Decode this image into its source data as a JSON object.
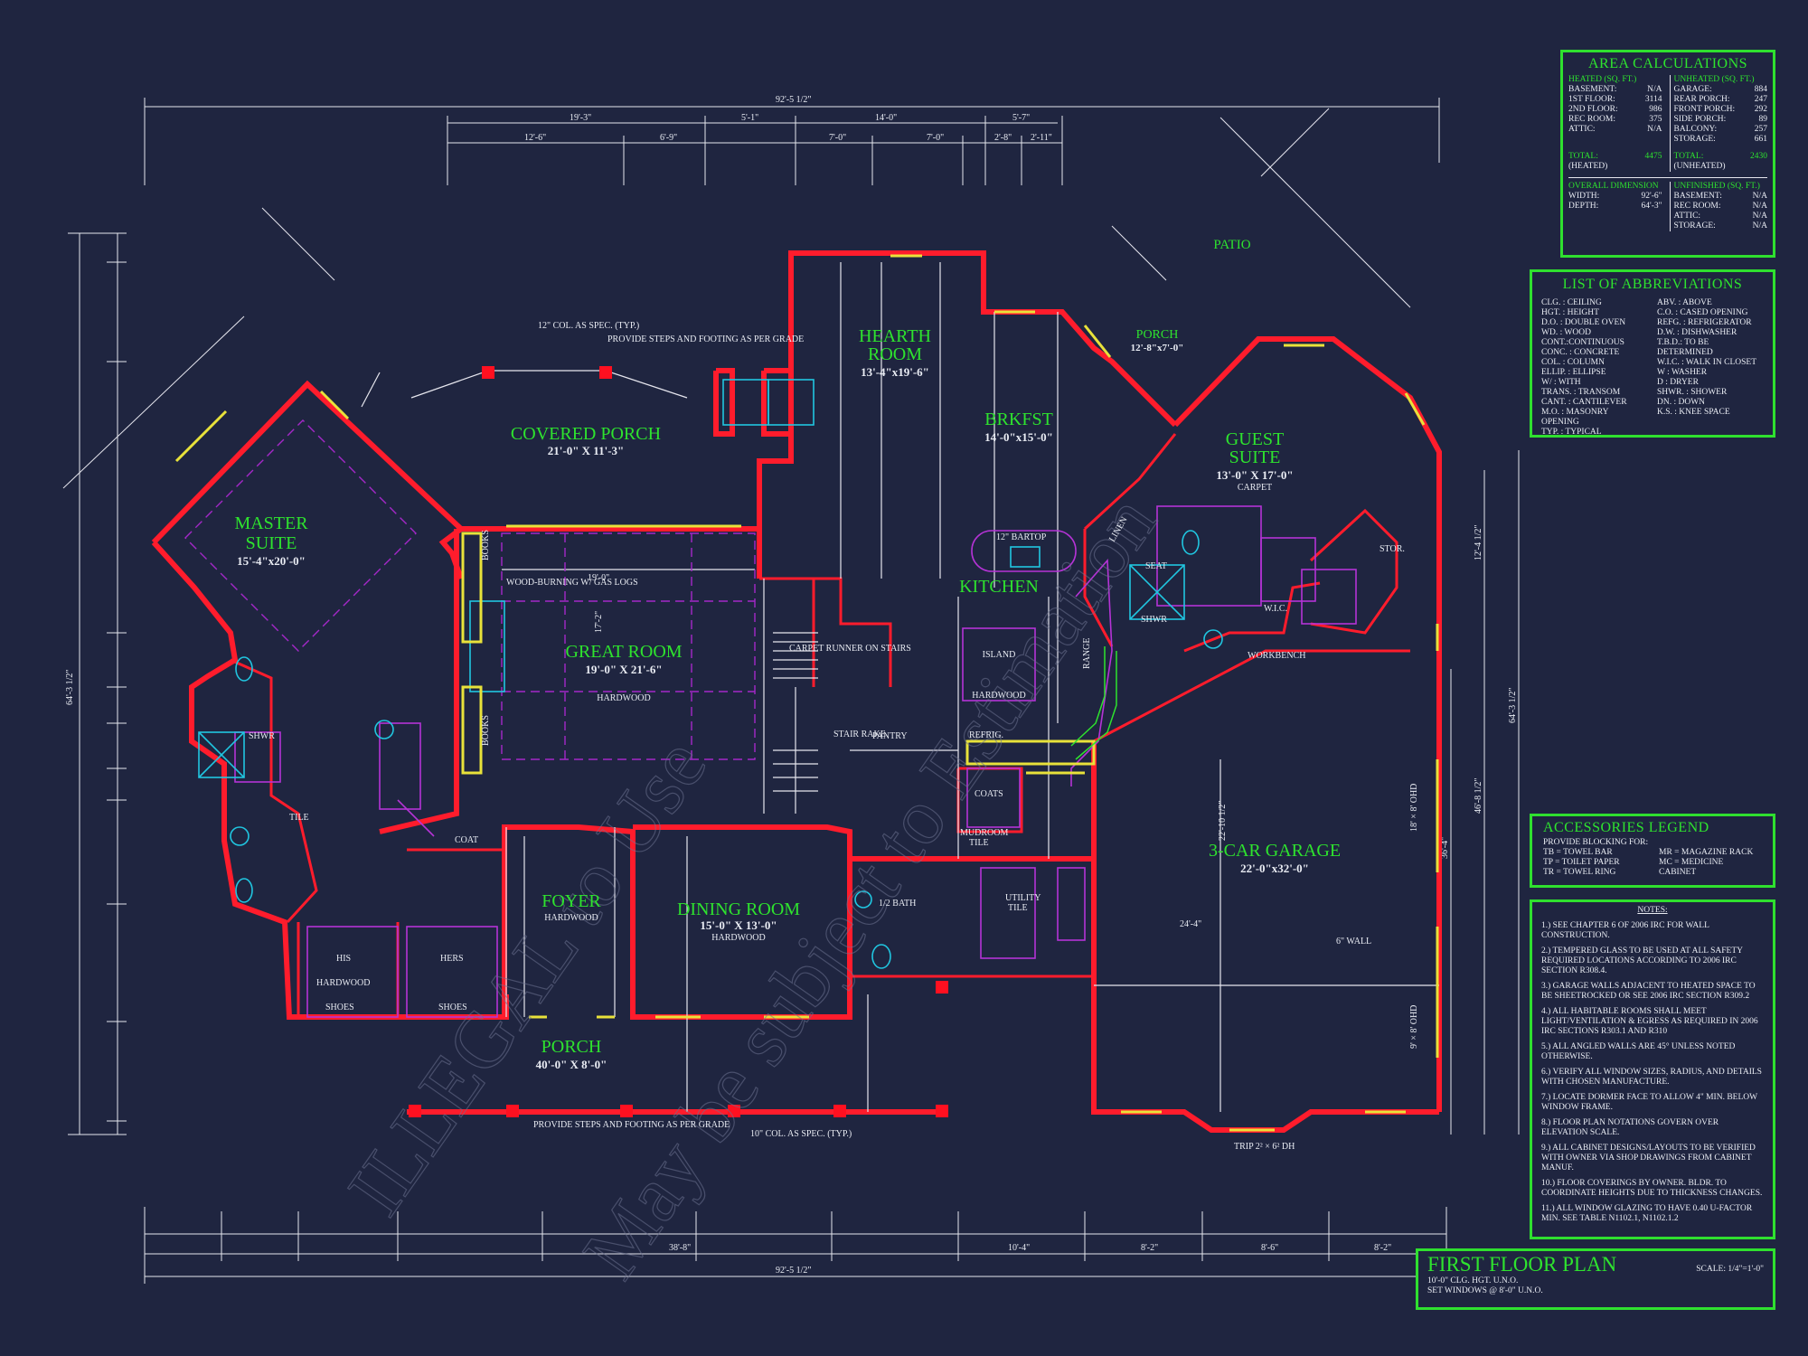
{
  "rooms": {
    "master": {
      "name1": "MASTER",
      "name2": "SUITE",
      "dim": "15'-4\"x20'-0\""
    },
    "covered_porch": {
      "name": "COVERED PORCH",
      "dim": "21'-0\" X 11'-3\""
    },
    "hearth": {
      "name1": "HEARTH",
      "name2": "ROOM",
      "dim": "13'-4\"x19'-6\""
    },
    "brkfst": {
      "name": "BRKFST",
      "dim": "14'-0\"x15'-0\""
    },
    "porch_rear": {
      "name": "PORCH",
      "dim": "12'-8\"x7'-0\""
    },
    "patio": {
      "name": "PATIO"
    },
    "guest": {
      "name1": "GUEST",
      "name2": "SUITE",
      "dim": "13'-0\" X 17'-0\"",
      "floor": "CARPET"
    },
    "great": {
      "name": "GREAT ROOM",
      "dim": "19'-0\" X 21'-6\"",
      "floor": "HARDWOOD"
    },
    "kitchen": {
      "name": "KITCHEN",
      "island": "ISLAND",
      "floor": "HARDWOOD"
    },
    "garage": {
      "name": "3-CAR GARAGE",
      "dim": "22'-0\"x32'-0\""
    },
    "foyer": {
      "name": "FOYER",
      "floor": "HARDWOOD"
    },
    "dining": {
      "name": "DINING ROOM",
      "dim": "15'-0\" X 13'-0\"",
      "floor": "HARDWOOD"
    },
    "porch_front": {
      "name": "PORCH",
      "dim": "40'-0\" X 8'-0\""
    }
  },
  "notes_plan": {
    "col_top": "12\" COL. AS SPEC. (TYP.)",
    "steps_top": "PROVIDE STEPS AND FOOTING AS PER GRADE",
    "steps_bottom": "PROVIDE STEPS AND FOOTING AS PER GRADE",
    "col_bottom": "10\" COL. AS SPEC. (TYP.)",
    "wood_burning": "WOOD-BURNING W/ GAS LOGS",
    "bartop": "12\" BARTOP",
    "tile": "TILE",
    "hardwood": "HARDWOOD",
    "pantry": "PANTRY",
    "utility": "UTILITY",
    "utility_floor": "TILE",
    "half_bath": "1/2 BATH",
    "mudroom": "MUDROOM",
    "mudroom_floor": "TILE",
    "coats": "COATS",
    "coat": "COAT",
    "his": "HIS",
    "hers": "HERS",
    "shwr": "SHWR",
    "seat": "SEAT",
    "w_i_c": "W.I.C.",
    "linen": "LINEN",
    "stor": "STOR.",
    "workbench": "WORKBENCH",
    "six_wall": "6\" WALL",
    "refrig": "REFRIG.",
    "range": "RANGE",
    "shoes": "SHOES",
    "books": "BOOKS",
    "carpet_runner": "CARPET RUNNER ON STAIRS",
    "stair_rake": "STAIR RAKE",
    "trip_window": "TRIP 2² × 6² DH",
    "overhead1": "18' × 8' OHD",
    "overhead2": "9' × 8' OHD"
  },
  "dims": {
    "overall_width_top": "92'-5 1/2\"",
    "overall_width_bottom": "92'-5 1/2\"",
    "overall_depth_left": "64'-3 1/2\"",
    "overall_depth_right": "64'-3 1/2\"",
    "top_a": "19'-3\"",
    "top_b": "5'-1\"",
    "top_c": "14'-0\"",
    "top_d": "5'-7\"",
    "top_e": "12'-6\"",
    "top_f": "6'-9\"",
    "top_g": "7'-0\"",
    "top_h": "7'-0\"",
    "top_i": "2'-8\"",
    "top_j": "2'-11\"",
    "bot_a": "38'-8\"",
    "bot_b": "10'-4\"",
    "bot_c": "8'-2\"",
    "bot_d": "8'-6\"",
    "bot_e": "8'-2\"",
    "great_w": "19'-0\"",
    "great_d": "17'-2\"",
    "dining_w": "24'-4\"",
    "garage_d": "22'-10 1/2\"",
    "right_a": "12'-4 1/2\"",
    "right_b": "46'-8 1/2\"",
    "right_c": "36'-4\""
  },
  "area": {
    "title": "AREA CALCULATIONS",
    "heated_head": "HEATED (SQ. FT.)",
    "unheated_head": "UNHEATED (SQ. FT.)",
    "heated": [
      [
        "BASEMENT:",
        "N/A"
      ],
      [
        "1ST FLOOR:",
        "3114"
      ],
      [
        "2ND FLOOR:",
        "986"
      ],
      [
        "REC ROOM:",
        "375"
      ],
      [
        "ATTIC:",
        "N/A"
      ]
    ],
    "unheated": [
      [
        "GARAGE:",
        "884"
      ],
      [
        "REAR PORCH:",
        "247"
      ],
      [
        "FRONT PORCH:",
        "292"
      ],
      [
        "SIDE PORCH:",
        "89"
      ],
      [
        "BALCONY:",
        "257"
      ],
      [
        "STORAGE:",
        "661"
      ]
    ],
    "total_label": "TOTAL:",
    "heated_total": "4475",
    "heated_paren": "(HEATED)",
    "unheated_total": "2430",
    "unheated_paren": "(UNHEATED)",
    "overall_head": "OVERALL DIMENSION",
    "overall": [
      [
        "WIDTH:",
        "92'-6\""
      ],
      [
        "DEPTH:",
        "64'-3\""
      ]
    ],
    "unfinished_head": "UNFINISHED (SQ. FT.)",
    "unfinished": [
      [
        "BASEMENT:",
        "N/A"
      ],
      [
        "REC ROOM:",
        "N/A"
      ],
      [
        "ATTIC:",
        "N/A"
      ],
      [
        "STORAGE:",
        "N/A"
      ]
    ]
  },
  "abbrev": {
    "title": "LIST OF ABBREVIATIONS",
    "left": [
      "CLG. : CEILING",
      "HGT. : HEIGHT",
      "D.O. : DOUBLE OVEN",
      "WD. : WOOD",
      "CONT.:CONTINUOUS",
      "CONC. : CONCRETE",
      "COL. : COLUMN",
      "ELLIP. : ELLIPSE",
      "W/ : WITH",
      "TRANS. : TRANSOM",
      "CANT. : CANTILEVER",
      "M.O. : MASONRY OPENING",
      "TYP. : TYPICAL"
    ],
    "right": [
      "ABV. : ABOVE",
      "C.O. : CASED OPENING",
      "REFG. : REFRIGERATOR",
      "D.W. : DISHWASHER",
      "T.B.D.: TO BE DETERMINED",
      "W.I.C. : WALK IN CLOSET",
      "W : WASHER",
      "D : DRYER",
      "SHWR. : SHOWER",
      "DN. : DOWN",
      "K.S. : KNEE SPACE"
    ]
  },
  "accessories": {
    "title": "ACCESSORIES LEGEND",
    "intro": "PROVIDE BLOCKING FOR:",
    "left": [
      "TB = TOWEL BAR",
      "TP = TOILET PAPER",
      "TR = TOWEL RING"
    ],
    "right": [
      "MR = MAGAZINE RACK",
      "MC = MEDICINE CABINET"
    ]
  },
  "notes": {
    "title": "NOTES:",
    "items": [
      "1.) SEE CHAPTER 6 OF 2006 IRC FOR WALL CONSTRUCTION.",
      "2.) TEMPERED GLASS TO BE USED AT ALL SAFETY REQUIRED LOCATIONS ACCORDING TO 2006 IRC SECTION R308.4.",
      "3.) GARAGE WALLS ADJACENT TO HEATED SPACE TO BE SHEETROCKED OR SEE 2006 IRC SECTION R309.2",
      "4.) ALL HABITABLE ROOMS SHALL MEET LIGHT/VENTILATION & EGRESS AS REQUIRED IN 2006 IRC SECTIONS R303.1 AND R310",
      "5.) ALL ANGLED WALLS ARE 45° UNLESS NOTED OTHERWISE.",
      "6.) VERIFY ALL WINDOW SIZES, RADIUS, AND DETAILS WITH CHOSEN MANUFACTURE.",
      "7.) LOCATE DORMER FACE TO ALLOW 4\" MIN. BELOW WINDOW FRAME.",
      "8.) FLOOR PLAN NOTATIONS GOVERN OVER ELEVATION SCALE.",
      "9.) ALL CABINET DESIGNS/LAYOUTS TO BE VERIFIED WITH OWNER VIA SHOP DRAWINGS FROM CABINET MANUF.",
      "10.) FLOOR COVERINGS BY OWNER. BLDR. TO COORDINATE HEIGHTS DUE TO THICKNESS CHANGES.",
      "11.) ALL WINDOW GLAZING TO HAVE 0.40 U-FACTOR MIN. SEE TABLE N1102.1, N1102.1.2"
    ]
  },
  "title_block": {
    "title": "FIRST FLOOR PLAN",
    "scale": "SCALE: 1/4\"=1'-0\"",
    "line1": "10'-0\" CLG. HGT. U.N.O.",
    "line2": "SET WINDOWS @ 8'-0\" U.N.O."
  },
  "watermark": {
    "line1": "ILLEGAL to Use",
    "line2": "May be subject to Estimation"
  },
  "colors": {
    "background": "#1f2540",
    "walls": "#ff1c2c",
    "labels": "#2ee32e",
    "cabinets": "#b533d6",
    "fixtures": "#20c6e0",
    "windows": "#e8e23a"
  }
}
